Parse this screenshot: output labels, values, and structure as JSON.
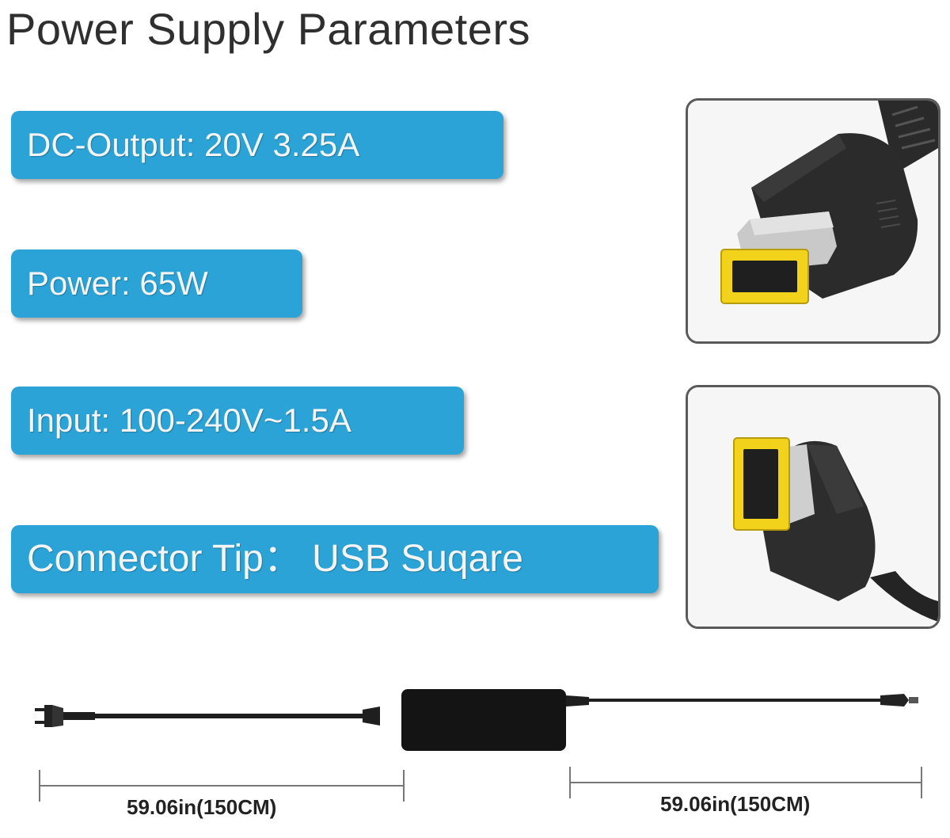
{
  "header": {
    "title": "Power Supply Parameters"
  },
  "parameters": [
    {
      "text": "DC-Output: 20V 3.25A"
    },
    {
      "text": "Power: 65W"
    },
    {
      "text": "Input: 100-240V~1.5A"
    },
    {
      "text": "Connector Tip： USB Suqare"
    }
  ],
  "cable": {
    "left_length": "59.06in(150CM)",
    "right_length": "59.06in(150CM)"
  },
  "colors": {
    "label_bg": "#2ba3d6",
    "tip_yellow": "#f2d21b",
    "plug_black": "#1f1f1f"
  },
  "icons": {
    "photo1": "square-connector-tip-photo",
    "photo2": "square-connector-side-photo",
    "cable": "ac-adapter-cable-diagram"
  }
}
